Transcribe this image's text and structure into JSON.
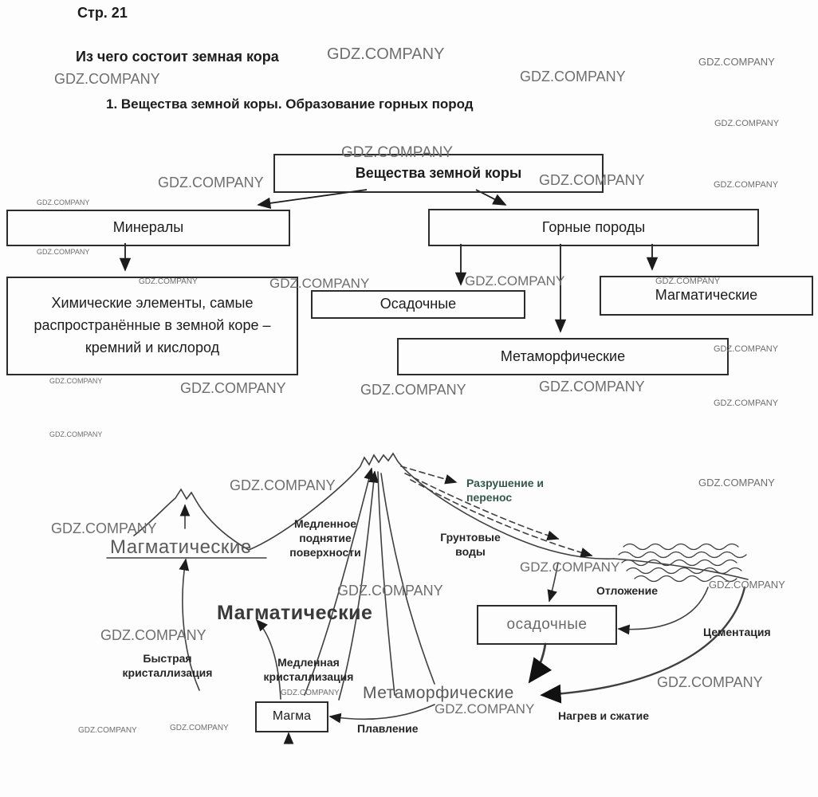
{
  "watermark": "GDZ.COMPANY",
  "header": {
    "page_number": "Стр. 21",
    "title": "Из чего состоит земная кора",
    "list_item": "1.  Вещества земной коры. Образование горных пород"
  },
  "flowchart": {
    "root": "Вещества земной коры",
    "minerals": "Минералы",
    "rocks": "Горные породы",
    "minerals_note": "Химические элементы, самые распространённые в земной коре – кремний и кислород",
    "sedimentary": "Осадочные",
    "igneous": "Магматические",
    "metamorphic": "Метаморфические"
  },
  "cycle": {
    "igneous_surface": "Магматические",
    "slow_uplift": "Медленное поднятие поверхности",
    "erosion": "Разрушение и перенос",
    "groundwater": "Грунтовые воды",
    "deposition": "Отложение",
    "igneous_deep": "Магматические",
    "sedimentary": "осадочные",
    "cementation": "Цементация",
    "fast_crystallization": "Быстрая кристаллизация",
    "slow_crystallization": "Медленная кристаллизация",
    "magma": "Магма",
    "melting": "Плавление",
    "metamorphic": "Метаморфические",
    "heat_compression": "Нагрев и сжатие"
  }
}
